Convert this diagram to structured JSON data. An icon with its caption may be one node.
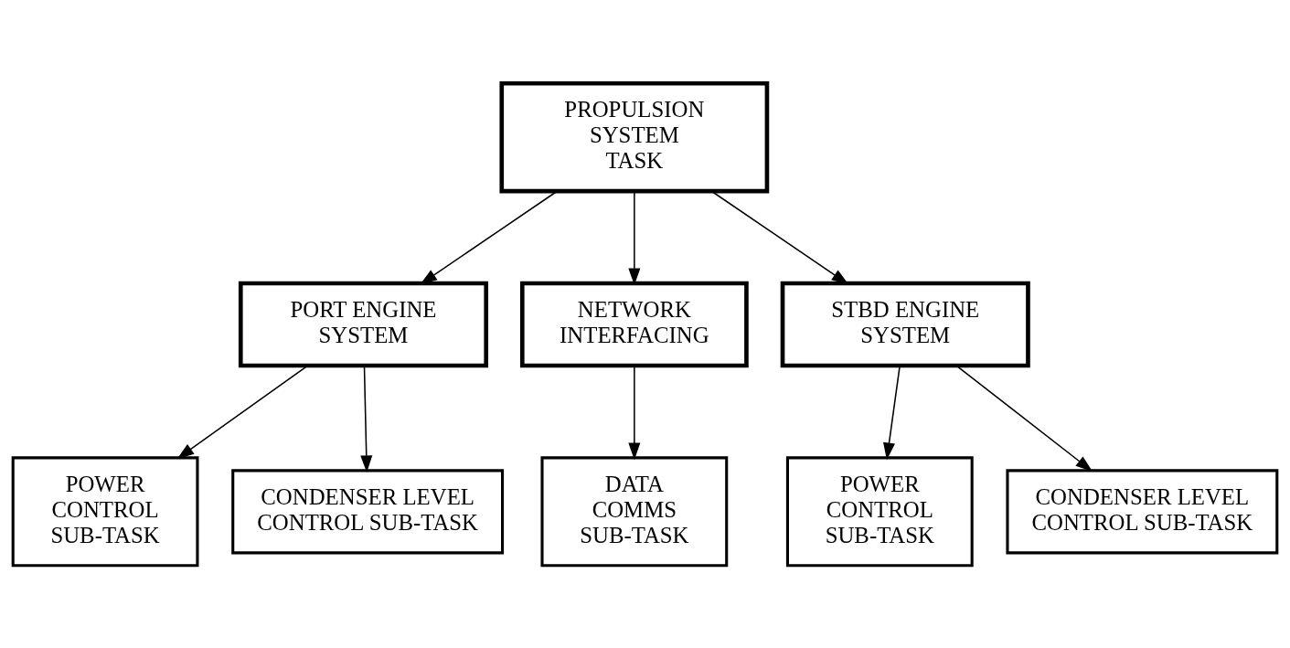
{
  "diagram": {
    "nodes": [
      {
        "text": [
          "PROPULSION SYSTEM TASK"
        ]
      },
      {
        "text": [
          "PORT ENGINE SYSTEM"
        ]
      },
      {
        "text": [
          "NETWORK INTERFACING"
        ]
      },
      {
        "text": [
          "STBD ENGINE SYSTEM"
        ]
      },
      {
        "text": [
          "POWER CONTROL SUB-TASK"
        ]
      },
      {
        "text": [
          "CONDENSER LEVEL CONTROL SUB-TASK"
        ]
      },
      {
        "text": [
          "DATA COMMS SUB-TASK"
        ]
      },
      {
        "text": [
          "POWER CONTROL SUB-TASK"
        ]
      },
      {
        "text": [
          "CONDENSER LEVEL CONTROL SUB-TASK"
        ]
      }
    ],
    "edges": [
      {
        "from": 0,
        "to": 1,
        "arrow": "to"
      },
      {
        "from": 0,
        "to": 2,
        "arrow": "to"
      },
      {
        "from": 0,
        "to": 3,
        "arrow": "to"
      },
      {
        "from": 1,
        "to": 4,
        "arrow": "to"
      },
      {
        "from": 1,
        "to": 5,
        "arrow": "to"
      },
      {
        "from": 2,
        "to": 6,
        "arrow": "to"
      },
      {
        "from": 3,
        "to": 7,
        "arrow": "to"
      },
      {
        "from": 3,
        "to": 8,
        "arrow": "to"
      }
    ]
  }
}
